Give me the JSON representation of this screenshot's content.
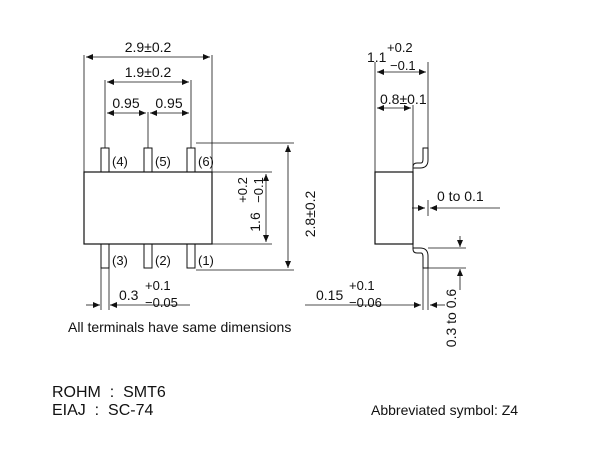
{
  "top_view": {
    "dim_total_width": "2.9±0.2",
    "dim_body_width": "1.9±0.2",
    "dim_pitch_left": "0.95",
    "dim_pitch_right": "0.95",
    "pin_labels_top": [
      "(4)",
      "(5)",
      "(6)"
    ],
    "pin_labels_bottom": [
      "(3)",
      "(2)",
      "(1)"
    ],
    "dim_body_height_base": "1.6",
    "dim_body_height_plus": "+0.2",
    "dim_body_height_minus": "−0.1",
    "dim_total_height": "2.8±0.2",
    "dim_lead_width_base": "0.3",
    "dim_lead_width_plus": "+0.1",
    "dim_lead_width_minus": "−0.05",
    "note": "All terminals have same dimensions"
  },
  "side_view": {
    "dim_height_base": "1.1",
    "dim_height_plus": "+0.2",
    "dim_height_minus": "−0.1",
    "dim_body_thickness": "0.8±0.1",
    "dim_standoff": "0 to 0.1",
    "dim_lead_thickness_base": "0.15",
    "dim_lead_thickness_plus": "+0.1",
    "dim_lead_thickness_minus": "−0.06",
    "dim_lead_length": "0.3 to 0.6"
  },
  "package_info": {
    "rohm_line": "ROHM  :  SMT6",
    "eiaj_line": "EIAJ  :  SC-74",
    "abbreviated_symbol": "Abbreviated symbol: Z4"
  }
}
